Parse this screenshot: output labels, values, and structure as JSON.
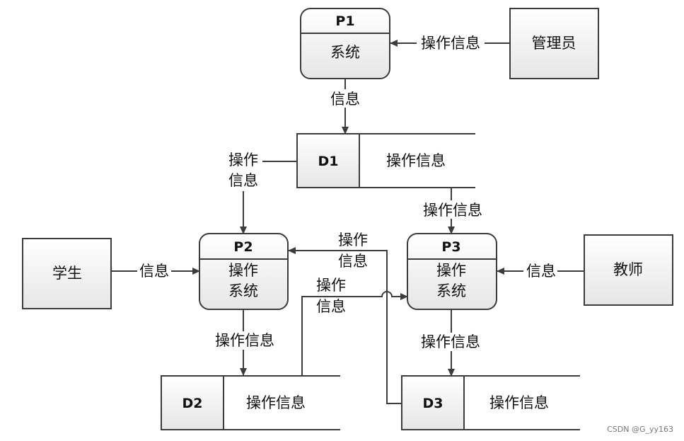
{
  "colors": {
    "line": "#3c3c3c",
    "box_top": "#ffffff",
    "box_bottom": "#e6e6e6"
  },
  "processes": [
    {
      "id": "P1",
      "label": "系统"
    },
    {
      "id": "P2",
      "label_line1": "操作",
      "label_line2": "系统"
    },
    {
      "id": "P3",
      "label_line1": "操作",
      "label_line2": "系统"
    }
  ],
  "entities": {
    "admin": "管理员",
    "student": "学生",
    "teacher": "教师"
  },
  "stores": [
    {
      "id": "D1",
      "label": "操作信息"
    },
    {
      "id": "D2",
      "label": "操作信息"
    },
    {
      "id": "D3",
      "label": "操作信息"
    }
  ],
  "flows": {
    "admin_p1": "操作信息",
    "p1_d1": "信息",
    "d1_p2_line1": "操作",
    "d1_p2_line2": "信息",
    "d1_p3": "操作信息",
    "student_p2": "信息",
    "d3_p2_line1": "操作",
    "d3_p2_line2": "信息",
    "d2_p3_line1": "操作",
    "d2_p3_line2": "信息",
    "teacher_p3": "信息",
    "p2_d2": "操作信息",
    "p3_d3": "操作信息"
  },
  "watermark": "CSDN @G_yy163"
}
